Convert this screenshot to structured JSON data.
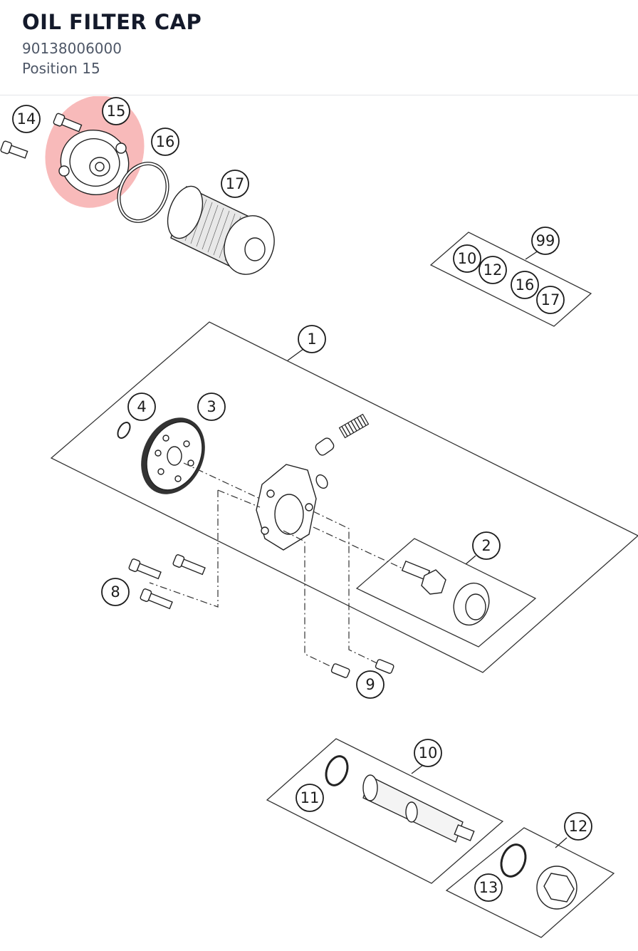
{
  "header": {
    "title": "OIL FILTER CAP",
    "part_number": "90138006000",
    "position_label": "Position 15"
  },
  "highlight_color": "#f5a3a3",
  "callouts": {
    "c1": "1",
    "c2": "2",
    "c3": "3",
    "c4": "4",
    "c8": "8",
    "c9": "9",
    "c10": "10",
    "c11": "11",
    "c12": "12",
    "c13": "13",
    "c14": "14",
    "c15": "15",
    "c16": "16",
    "c17": "17",
    "c99": "99",
    "kit_10": "10",
    "kit_12": "12",
    "kit_16": "16",
    "kit_17": "17"
  }
}
